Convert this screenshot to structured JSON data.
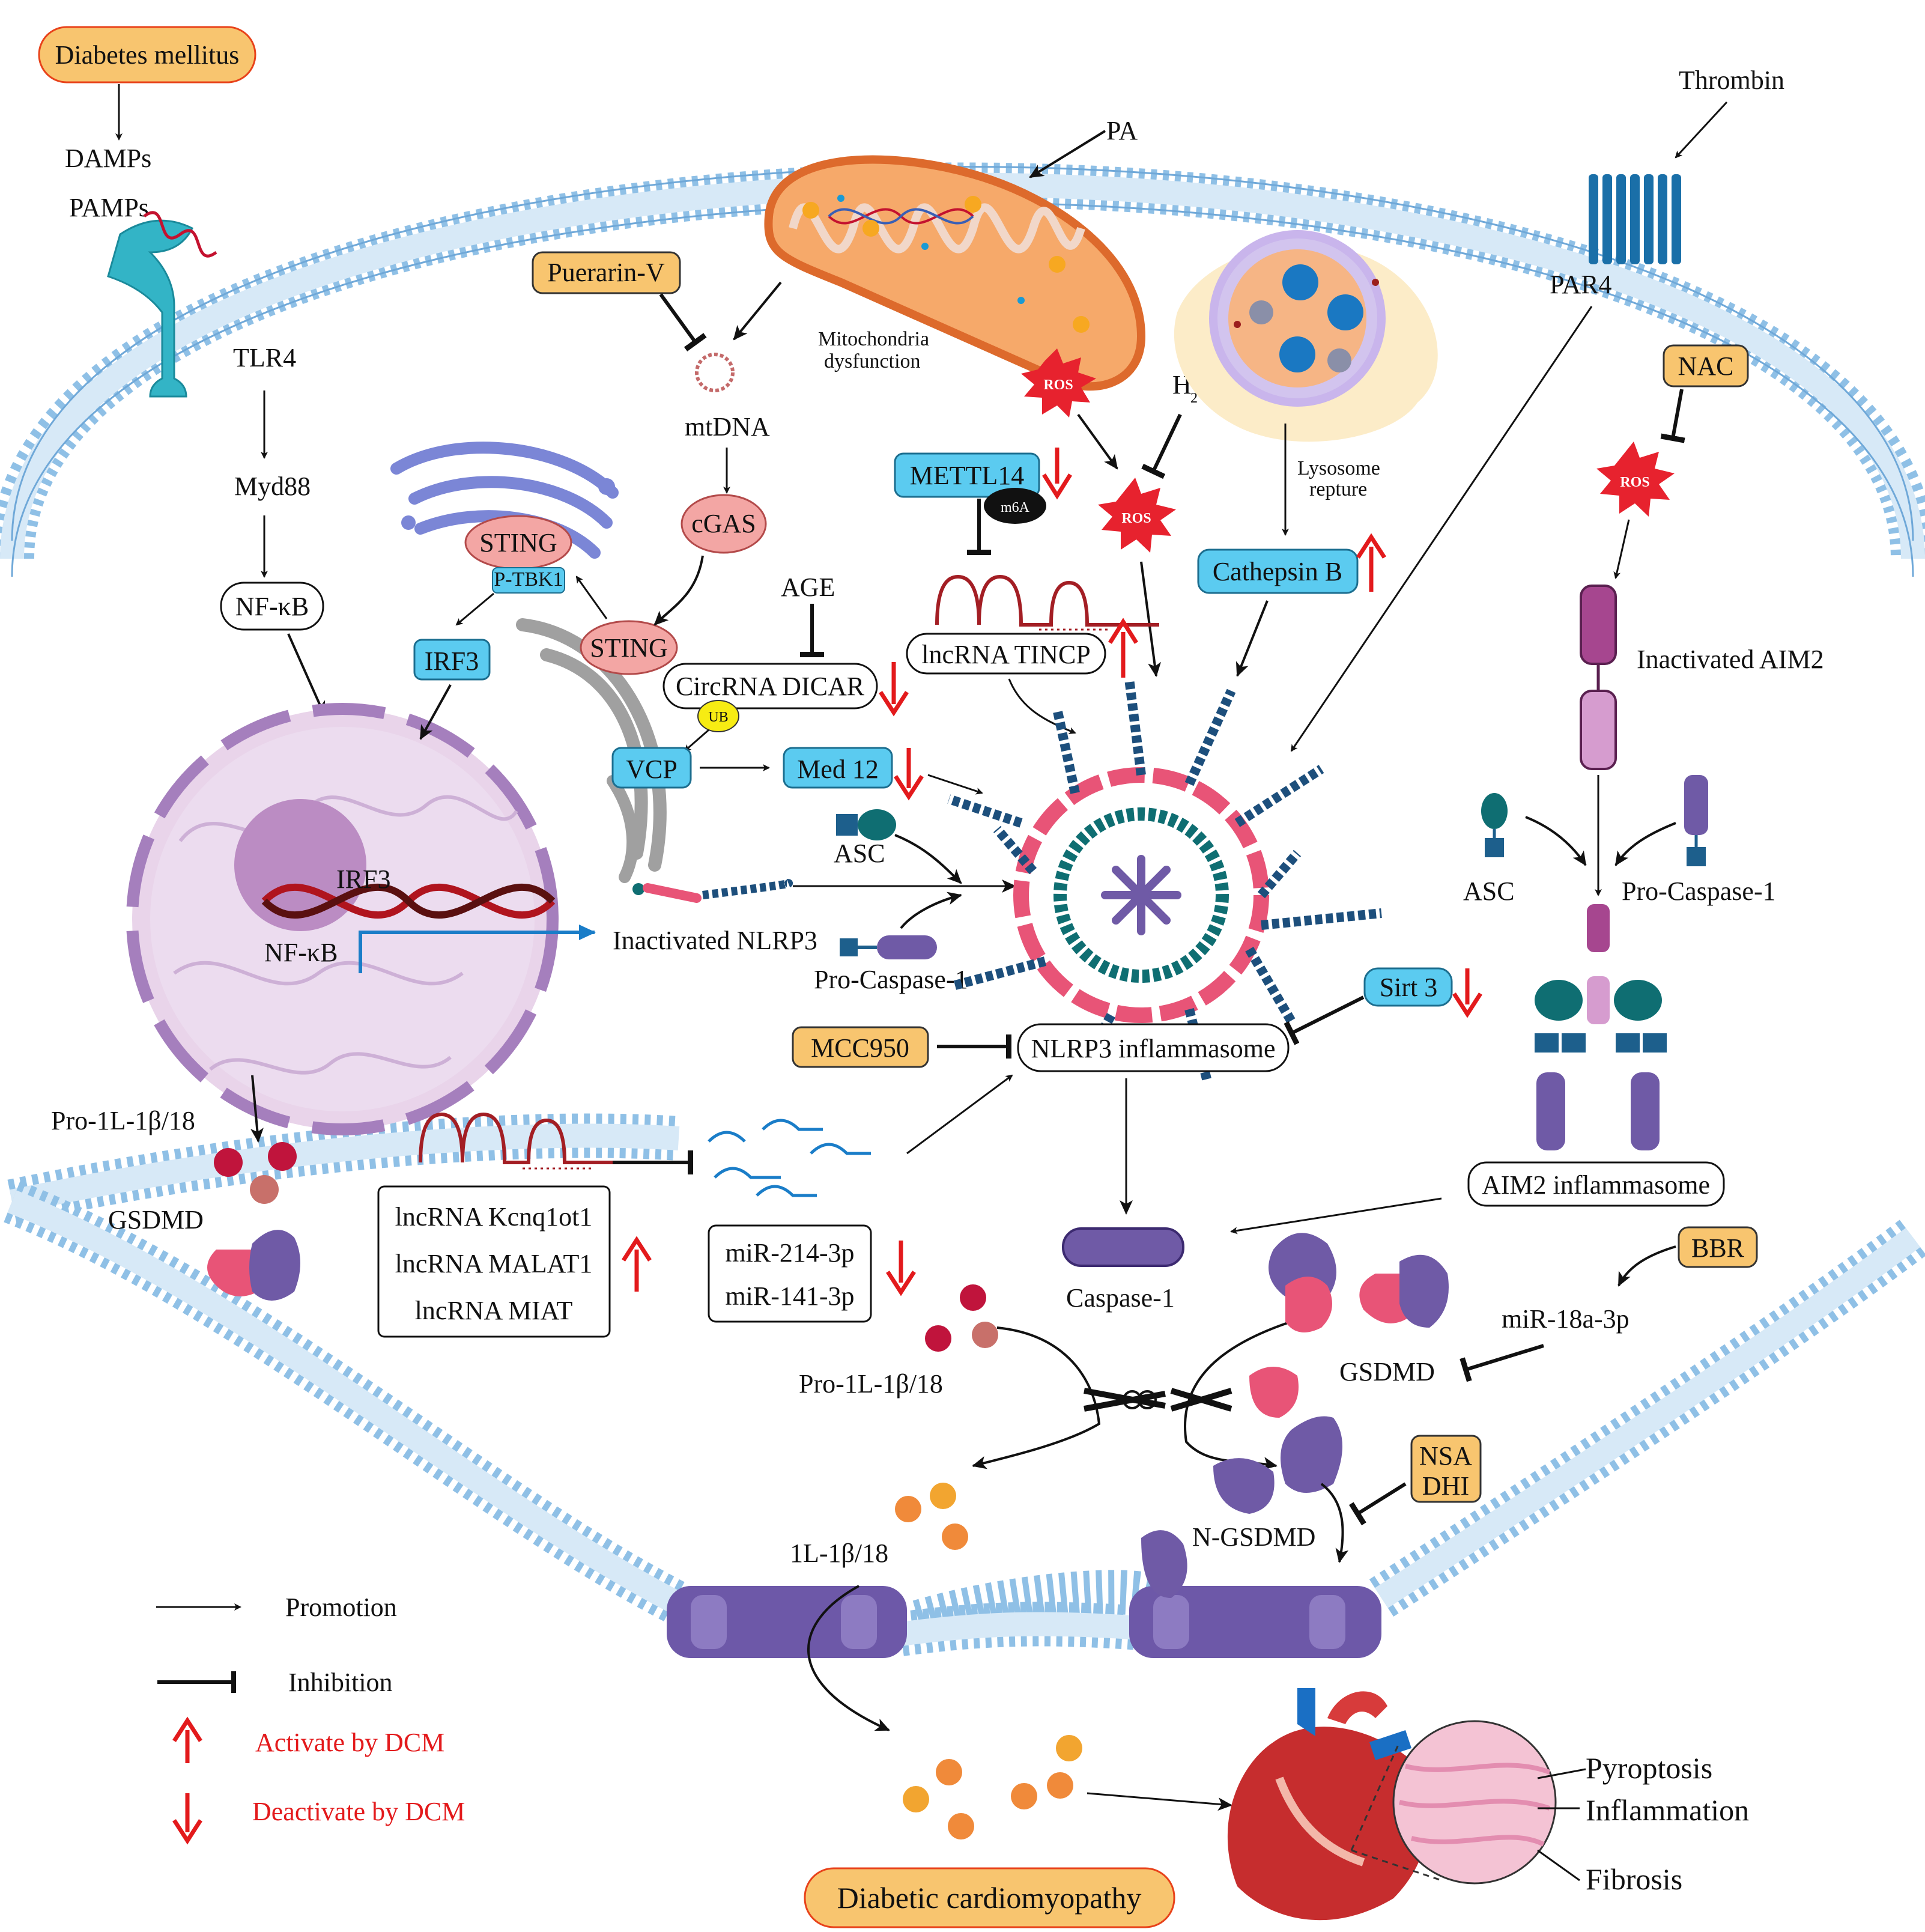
{
  "colors": {
    "orange_box": "#f8c56f",
    "orange_stroke": "#e8421a",
    "cyan_box": "#5bcbf0",
    "pink_sting": "#f3a6a4",
    "membrane": "#7fb3dd",
    "nucleus": "#e6d2e8",
    "red_arrow": "#e31a1c",
    "gsdmd_purple": "#6f5aa6",
    "gsdmd_pink": "#e85477"
  },
  "labels": {
    "diabetes_mellitus": "Diabetes mellitus",
    "damps": "DAMPs",
    "pamps": "PAMPs",
    "tlr4": "TLR4",
    "myd88": "Myd88",
    "nfkb_box": "NF-κB",
    "nucleus_irf3": "IRF3",
    "nucleus_nfkb": "NF-κB",
    "irf3_box": "IRF3",
    "pro_il_left": "Pro-1L-1β/18",
    "gsdmd_left": "GSDMD",
    "sting_golgi": "STING",
    "p_tbk1": "P-TBK1",
    "sting_er": "STING",
    "puerarin": "Puerarin-V",
    "mtdna": "mtDNA",
    "cgas": "cGAS",
    "pa": "PA",
    "mito_dysfunction_1": "Mitochondria",
    "mito_dysfunction_2": "dysfunction",
    "ros_mito": "ROS",
    "h2": "H",
    "h2_sub": "2",
    "ros_center": "ROS",
    "mettl14": "METTL14",
    "m6a": "m6A",
    "lncrna_tincp": "lncRNA TINCP",
    "age": "AGE",
    "circrna_dicar": "CircRNA DICAR",
    "ub": "UB",
    "vcp": "VCP",
    "med12": "Med 12",
    "asc_center": "ASC",
    "inactivated_nlrp3": "Inactivated NLRP3",
    "pro_caspase_center": "Pro-Caspase-1",
    "lysosome_1": "Lysosome",
    "lysosome_2": "repture",
    "cathepsin_b": "Cathepsin B",
    "thrombin": "Thrombin",
    "par4": "PAR4",
    "nac": "NAC",
    "ros_right": "ROS",
    "inactivated_aim2": "Inactivated AIM2",
    "asc_right": "ASC",
    "pro_caspase_right": "Pro-Caspase-1",
    "sirt3": "Sirt 3",
    "mcc950": "MCC950",
    "nlrp3_inflammasome": "NLRP3 inflammasome",
    "aim2_inflammasome": "AIM2 inflammasome",
    "caspase1": "Caspase-1",
    "lnc_kcnq": "lncRNA Kcnq1ot1",
    "lnc_malat": "lncRNA MALAT1",
    "lnc_miat": "lncRNA MIAT",
    "mir214": "miR-214-3p",
    "mir141": "miR-141-3p",
    "pro_il_center": "Pro-1L-1β/18",
    "gsdmd_right": "GSDMD",
    "bbr": "BBR",
    "mir18a": "miR-18a-3p",
    "nsa": "NSA",
    "dhi": "DHI",
    "n_gsdmd": "N-GSDMD",
    "il_mature": "1L-1β/18",
    "pyroptosis": "Pyroptosis",
    "inflammation": "Inflammation",
    "fibrosis": "Fibrosis",
    "dcm": "Diabetic cardiomyopathy"
  },
  "legend": {
    "promotion": "Promotion",
    "inhibition": "Inhibition",
    "activate": "Activate by DCM",
    "deactivate": "Deactivate by DCM"
  }
}
